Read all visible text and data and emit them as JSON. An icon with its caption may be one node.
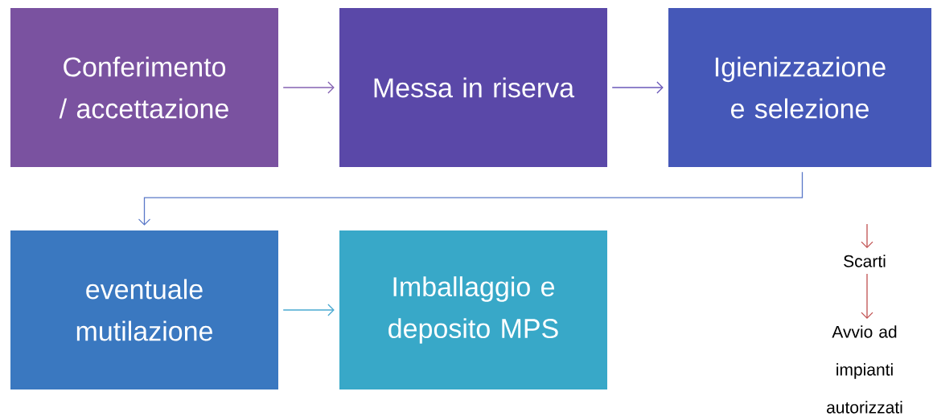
{
  "diagram": {
    "nodes": [
      {
        "text": [
          "Conferimento / accettazione"
        ]
      },
      {
        "text": [
          "Messa in riserva"
        ]
      },
      {
        "text": [
          "Igienizzazione e selezione"
        ]
      },
      {
        "text": [
          "eventuale mutilazione"
        ]
      },
      {
        "text": [
          "Imballaggio e deposito MPS"
        ]
      },
      {
        "text": [
          "Scarti"
        ]
      },
      {
        "text": [
          "Avvio ad impianti autorizzati"
        ]
      }
    ],
    "edges": [
      {
        "from": 0,
        "to": 1,
        "arrow": "to",
        "color": "#8462b2"
      },
      {
        "from": 1,
        "to": 2,
        "arrow": "to",
        "color": "#6a58b8"
      },
      {
        "from": 2,
        "to": 3,
        "arrow": "to",
        "color": "#5a78c8"
      },
      {
        "from": 3,
        "to": 4,
        "arrow": "to",
        "color": "#48a8d0"
      },
      {
        "from": null,
        "to": 5,
        "arrow": "to",
        "color": "#c05050"
      },
      {
        "from": 5,
        "to": 6,
        "arrow": "to",
        "color": "#c05050"
      }
    ]
  }
}
